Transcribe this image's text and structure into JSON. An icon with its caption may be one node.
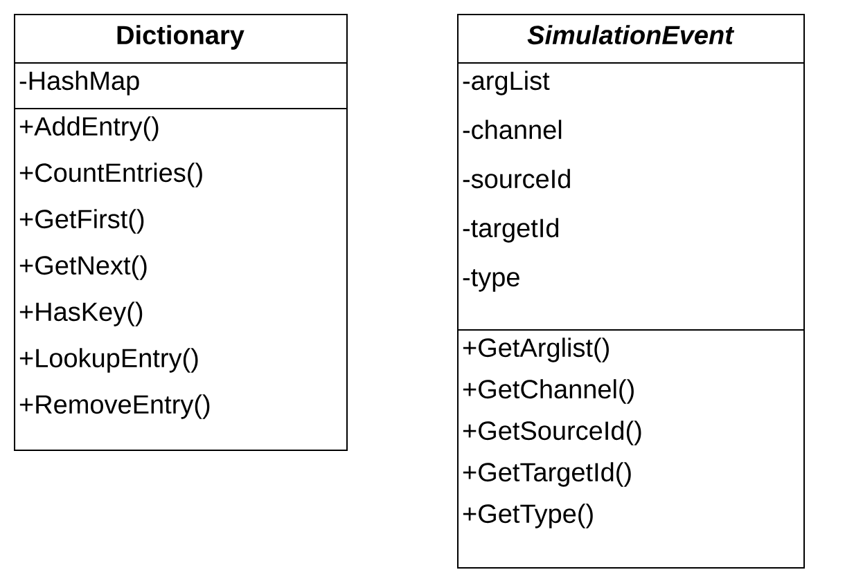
{
  "diagram": {
    "nodes": [
      {
        "text": [
          "Dictionary"
        ]
      },
      {
        "text": [
          "-HashMap"
        ],
        "in": 0
      },
      {
        "text": [
          "+AddEntry()",
          "+CountEntries()",
          "+GetFirst()",
          "+GetNext()",
          "+HasKey()",
          "+LookupEntry()",
          "+RemoveEntry()"
        ],
        "in": 0
      },
      {
        "text": [
          "SimulationEvent"
        ]
      },
      {
        "text": [
          "-argList",
          "-channel",
          "-sourceId",
          "-targetId",
          "-type"
        ],
        "in": 3
      },
      {
        "text": [
          "+GetArglist()",
          "+GetChannel()",
          "+GetSourceId()",
          "+GetTargetId()",
          "+GetType()"
        ],
        "in": 3
      }
    ]
  }
}
